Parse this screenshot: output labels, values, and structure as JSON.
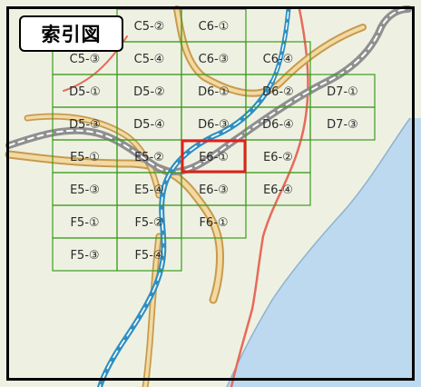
{
  "title": "索引図",
  "colors": {
    "land": "#eef1e2",
    "sea": "#bcd9ef",
    "grid": "#3c9c1e",
    "selected": "#e0201c",
    "rail": "#2f8fc2",
    "highway": "#8f8f8f",
    "road_casing": "#c79a4f",
    "road_fill": "#f3d9a2",
    "route_red": "#e86a5a",
    "frame": "#000000"
  },
  "selected": "E6-①",
  "tiles": [
    {
      "label": "C5-②",
      "col": 1,
      "row": 0
    },
    {
      "label": "C6-①",
      "col": 2,
      "row": 0
    },
    {
      "label": "C5-③",
      "col": 0,
      "row": 1
    },
    {
      "label": "C5-④",
      "col": 1,
      "row": 1
    },
    {
      "label": "C6-③",
      "col": 2,
      "row": 1
    },
    {
      "label": "C6-④",
      "col": 3,
      "row": 1
    },
    {
      "label": "D5-①",
      "col": 0,
      "row": 2
    },
    {
      "label": "D5-②",
      "col": 1,
      "row": 2
    },
    {
      "label": "D6-①",
      "col": 2,
      "row": 2
    },
    {
      "label": "D6-②",
      "col": 3,
      "row": 2
    },
    {
      "label": "D7-①",
      "col": 4,
      "row": 2
    },
    {
      "label": "D5-③",
      "col": 0,
      "row": 3
    },
    {
      "label": "D5-④",
      "col": 1,
      "row": 3
    },
    {
      "label": "D6-③",
      "col": 2,
      "row": 3
    },
    {
      "label": "D6-④",
      "col": 3,
      "row": 3
    },
    {
      "label": "D7-③",
      "col": 4,
      "row": 3
    },
    {
      "label": "E5-①",
      "col": 0,
      "row": 4
    },
    {
      "label": "E5-②",
      "col": 1,
      "row": 4
    },
    {
      "label": "E6-①",
      "col": 2,
      "row": 4
    },
    {
      "label": "E6-②",
      "col": 3,
      "row": 4
    },
    {
      "label": "E5-③",
      "col": 0,
      "row": 5
    },
    {
      "label": "E5-④",
      "col": 1,
      "row": 5
    },
    {
      "label": "E6-③",
      "col": 2,
      "row": 5
    },
    {
      "label": "E6-④",
      "col": 3,
      "row": 5
    },
    {
      "label": "F5-①",
      "col": 0,
      "row": 6
    },
    {
      "label": "F5-②",
      "col": 1,
      "row": 6
    },
    {
      "label": "F6-①",
      "col": 2,
      "row": 6
    },
    {
      "label": "F5-③",
      "col": 0,
      "row": 7
    },
    {
      "label": "F5-④",
      "col": 1,
      "row": 7
    }
  ]
}
